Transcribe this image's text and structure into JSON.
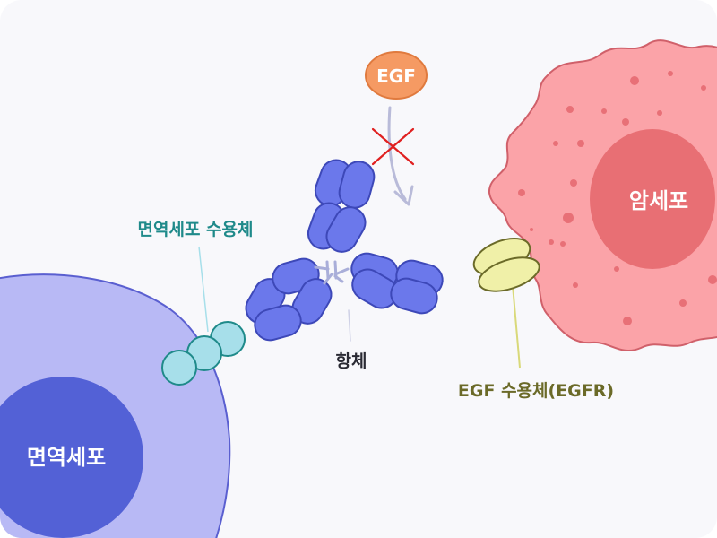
{
  "labels": {
    "immune_cell": "면역세포",
    "immune_receptor": "면역세포 수용체",
    "antibody": "항체",
    "egf": "EGF",
    "egfr": "EGF 수용체(EGFR)",
    "cancer_cell": "암세포"
  },
  "colors": {
    "background": "#f8f8fb",
    "immune_cell_membrane": "#b8b9f5",
    "immune_cell_nucleus": "#5361d6",
    "receptor": "#a7dfea",
    "antibody": "#6b78eb",
    "egf": "#f59a63",
    "egfr": "#f0f0a8",
    "cancer_cell": "#fba3a8",
    "cancer_nucleus": "#e86f74",
    "label_teal": "#1f8a8a",
    "label_olive": "#6b6a28",
    "block_mark": "#e02020"
  },
  "icons": {
    "blocked": "cross-mark-icon",
    "binding_arrow": "curved-arrow-icon"
  }
}
